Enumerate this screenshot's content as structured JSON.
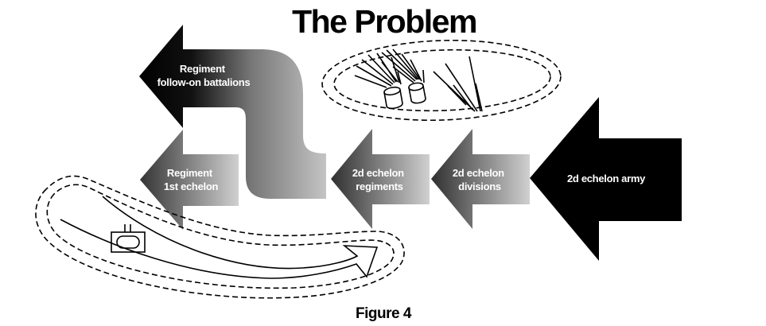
{
  "title": "The Problem",
  "caption": "Figure 4",
  "colors": {
    "background": "#ffffff",
    "ink": "#000000",
    "gradient_dark": "#2a2a2a",
    "gradient_light": "#cccccc",
    "label_text": "#ffffff"
  },
  "arrows": [
    {
      "id": "regiment-follow-on",
      "lines": [
        "Regiment",
        "follow-on battalions"
      ],
      "direction": "left",
      "fill": "black-to-gray-gradient",
      "shape": "s-curve"
    },
    {
      "id": "regiment-1st-echelon",
      "lines": [
        "Regiment",
        "1st echelon"
      ],
      "direction": "left",
      "fill": "gray-gradient"
    },
    {
      "id": "2d-echelon-regiments",
      "lines": [
        "2d echelon",
        "regiments"
      ],
      "direction": "left",
      "fill": "gray-gradient"
    },
    {
      "id": "2d-echelon-divisions",
      "lines": [
        "2d echelon",
        "divisions"
      ],
      "direction": "left",
      "fill": "gray-gradient"
    },
    {
      "id": "2d-echelon-army",
      "lines": [
        "2d echelon army"
      ],
      "direction": "left",
      "fill": "solid-black"
    }
  ],
  "symbols": {
    "fires_zone": {
      "icon": "artillery-fires-icon",
      "boundary": "double-dashed-ellipse"
    },
    "maneuver_zone": {
      "icon": "unit-symbol-icon",
      "path": "curved-arrow-right",
      "boundary": "double-dashed-loop"
    }
  }
}
